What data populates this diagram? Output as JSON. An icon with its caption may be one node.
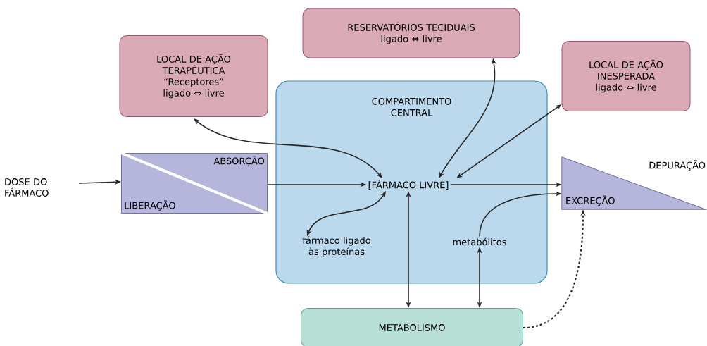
{
  "diagram": {
    "nodes": [
      {
        "text": [
          "LOCAL DE AÇÃO TERAPÊUTICA",
          "“Receptores”",
          "ligado ⇔ livre"
        ]
      },
      {
        "text": [
          "RESERVATÓRIOS TECIDUAIS",
          "ligado ⇔ livre"
        ]
      },
      {
        "text": [
          "LOCAL DE AÇÃO INESPERADA",
          "ligado ⇔ livre"
        ]
      },
      {
        "text": [
          "DOSE DO FÁRMACO"
        ]
      },
      {
        "text": [
          "ABSORÇÃO",
          "LIBERAÇÃO"
        ]
      },
      {
        "text": [
          "COMPARTIMENTO CENTRAL"
        ]
      },
      {
        "text": [
          "[FÁRMACO LIVRE]"
        ],
        "in": 5
      },
      {
        "text": [
          "fármaco ligado às proteínas"
        ],
        "in": 5
      },
      {
        "text": [
          "metabólitos"
        ],
        "in": 5
      },
      {
        "text": [
          "EXCREÇÃO",
          "DEPURAÇÃO"
        ]
      },
      {
        "text": [
          "METABOLISMO"
        ]
      }
    ],
    "edges": [
      {
        "from": 3,
        "to": 4,
        "arrow": "to"
      },
      {
        "from": 4,
        "to": 6,
        "arrow": "to"
      },
      {
        "from": 0,
        "to": 6,
        "arrow": "both"
      },
      {
        "from": 1,
        "to": 6,
        "arrow": "both"
      },
      {
        "from": 2,
        "to": 6,
        "arrow": "both"
      },
      {
        "from": 7,
        "to": 6,
        "arrow": "both"
      },
      {
        "from": 6,
        "to": 9,
        "arrow": "to"
      },
      {
        "from": 8,
        "to": 9,
        "arrow": "to"
      },
      {
        "from": 6,
        "to": 10,
        "arrow": "both"
      },
      {
        "from": 8,
        "to": 10,
        "arrow": "both"
      },
      {
        "from": 10,
        "to": 9,
        "arrow": "to",
        "style": "dashed"
      }
    ]
  }
}
